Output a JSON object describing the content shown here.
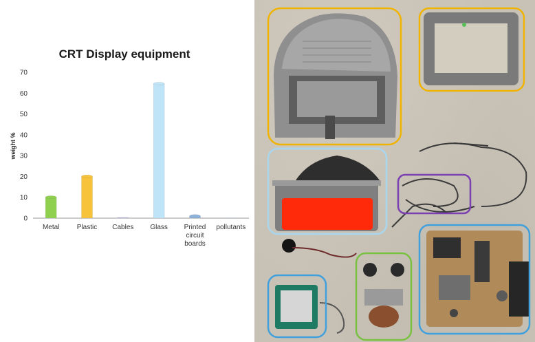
{
  "chart_data": {
    "type": "bar",
    "title": "CRT Display equipment",
    "xlabel": "",
    "ylabel": "weight %",
    "ylim": [
      0,
      70
    ],
    "yticks": [
      0,
      10,
      20,
      30,
      40,
      50,
      60,
      70
    ],
    "categories": [
      [
        "Metal"
      ],
      [
        "Plastic"
      ],
      [
        "Cables"
      ],
      [
        "Glass"
      ],
      [
        "Printed",
        "circuit",
        "boards"
      ],
      [
        "pollutants"
      ]
    ],
    "values": [
      10,
      20,
      0.3,
      64.5,
      1,
      0
    ],
    "colors": [
      "#8fd14f",
      "#f7c33a",
      "#a9a9d9",
      "#bfe4f7",
      "#8fb3dd",
      "#cfd8e3"
    ],
    "grid": false,
    "legend": "none"
  },
  "photo": {
    "groups": [
      {
        "name": "plastic-housing",
        "color": "#f0b400"
      },
      {
        "name": "plastic-front-frame",
        "color": "#f0b400"
      },
      {
        "name": "glass-tube",
        "color": "#a9d6ef"
      },
      {
        "name": "cables",
        "color": "#7a3fb0"
      },
      {
        "name": "main-circuit-board",
        "color": "#3fa0dd"
      },
      {
        "name": "small-circuit-board",
        "color": "#3fa0dd"
      },
      {
        "name": "metal-parts",
        "color": "#7ac143"
      }
    ]
  }
}
